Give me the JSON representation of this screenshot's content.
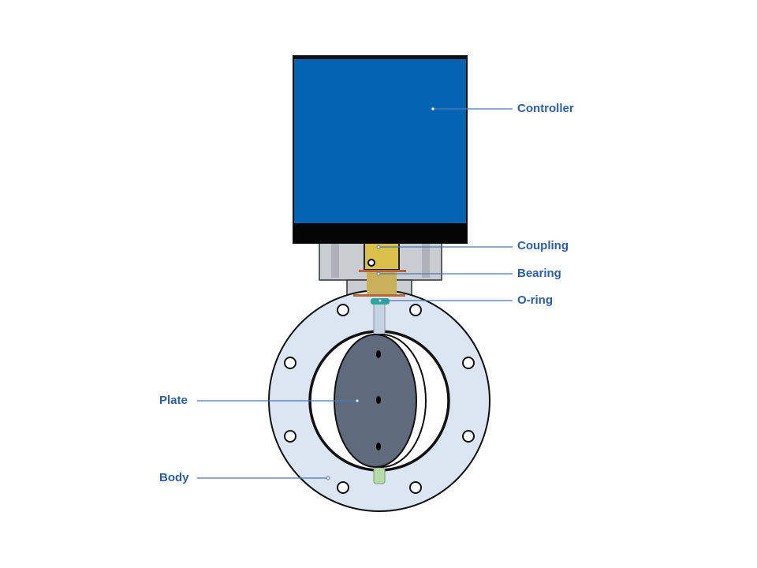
{
  "labels": {
    "controller": "Controller",
    "coupling": "Coupling",
    "bearing": "Bearing",
    "oring": "O-ring",
    "plate": "Plate",
    "body": "Body"
  },
  "colors": {
    "controller": "#0563b3",
    "label": "#2a5ea8",
    "leader": "#4a78b8",
    "body": "#dce6f2",
    "plate": "#5f6b7d",
    "coupling": "#d9c04a",
    "oring": "#2aa99a"
  }
}
